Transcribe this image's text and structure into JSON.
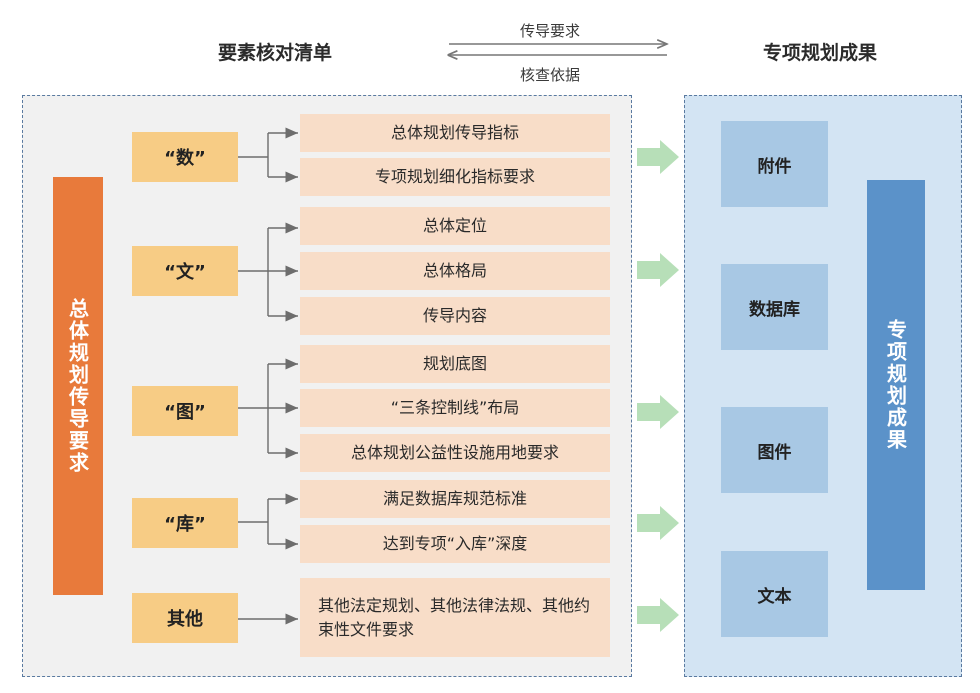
{
  "header": {
    "left_title": "要素核对清单",
    "right_title": "专项规划成果",
    "arrow_top_label": "传导要求",
    "arrow_bottom_label": "核查依据"
  },
  "left_panel": {
    "vertical_label": "总体规划传导要求",
    "categories": [
      {
        "label": "“数”",
        "items": [
          "总体规划传导指标",
          "专项规划细化指标要求"
        ]
      },
      {
        "label": "“文”",
        "items": [
          "总体定位",
          "总体格局",
          "传导内容"
        ]
      },
      {
        "label": "“图”",
        "items": [
          "规划底图",
          "“三条控制线”布局",
          "总体规划公益性设施用地要求"
        ]
      },
      {
        "label": "“库”",
        "items": [
          "满足数据库规范标准",
          "达到专项“入库”深度"
        ]
      },
      {
        "label": "其他",
        "items": [
          "其他法定规划、其他法律法规、其他约束性文件要求"
        ]
      }
    ]
  },
  "right_panel": {
    "results": [
      "附件",
      "数据库",
      "图件",
      "文本"
    ],
    "vertical_label": "专项规划成果"
  },
  "colors": {
    "orange_bar": "#e87a3b",
    "category_box": "#f7cc85",
    "item_box": "#f8ddc8",
    "result_box": "#a8c8e4",
    "blue_bar": "#5b92c9",
    "green_arrow": "#b7dfb8",
    "panel_border": "#5a7aa0"
  }
}
